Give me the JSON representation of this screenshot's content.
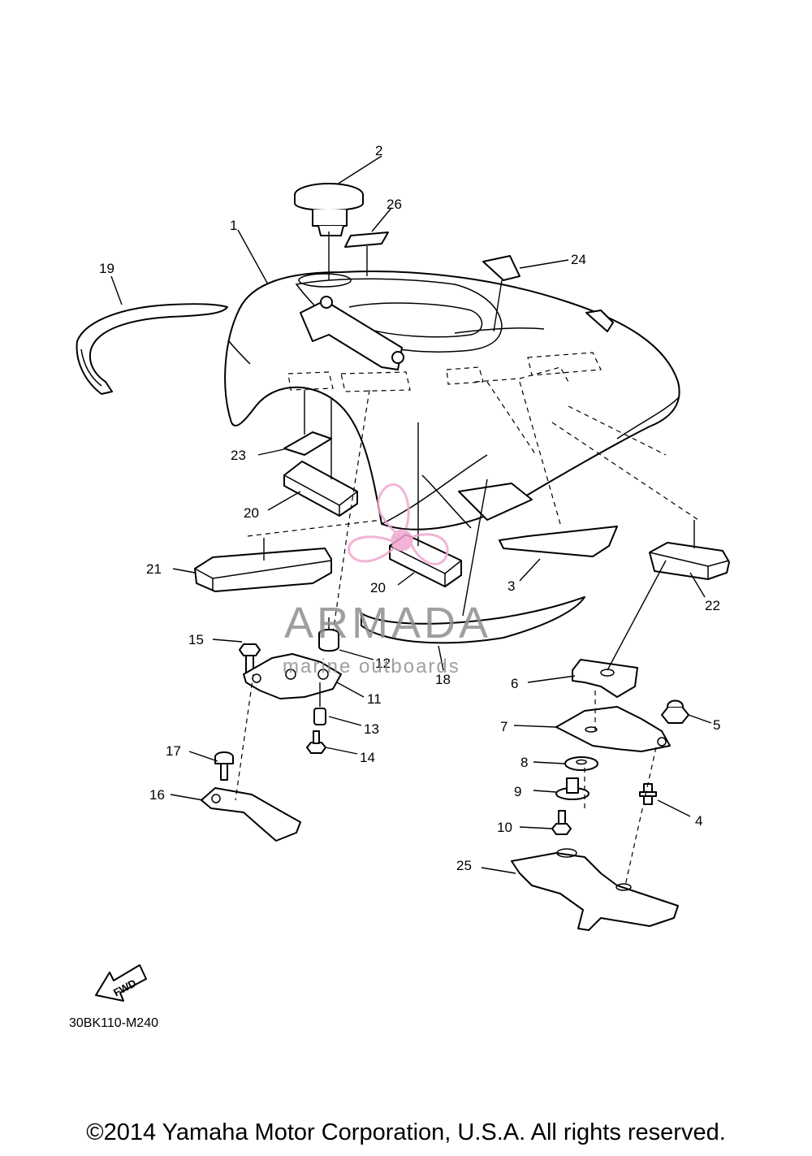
{
  "callouts": [
    "1",
    "2",
    "3",
    "4",
    "5",
    "6",
    "7",
    "8",
    "9",
    "10",
    "11",
    "12",
    "13",
    "14",
    "15",
    "16",
    "17",
    "18",
    "19",
    "20",
    "20",
    "21",
    "22",
    "23",
    "24",
    "25",
    "26"
  ],
  "diagram_code": "30BK110-M240",
  "fwd_label": "FWD",
  "watermark": {
    "brand": "ARMADA",
    "tagline": "marine outboards",
    "brand_color": "#f2a6cf",
    "text_color": "#8f8f8f"
  },
  "copyright": "©2014 Yamaha Motor Corporation, U.S.A. All rights reserved."
}
